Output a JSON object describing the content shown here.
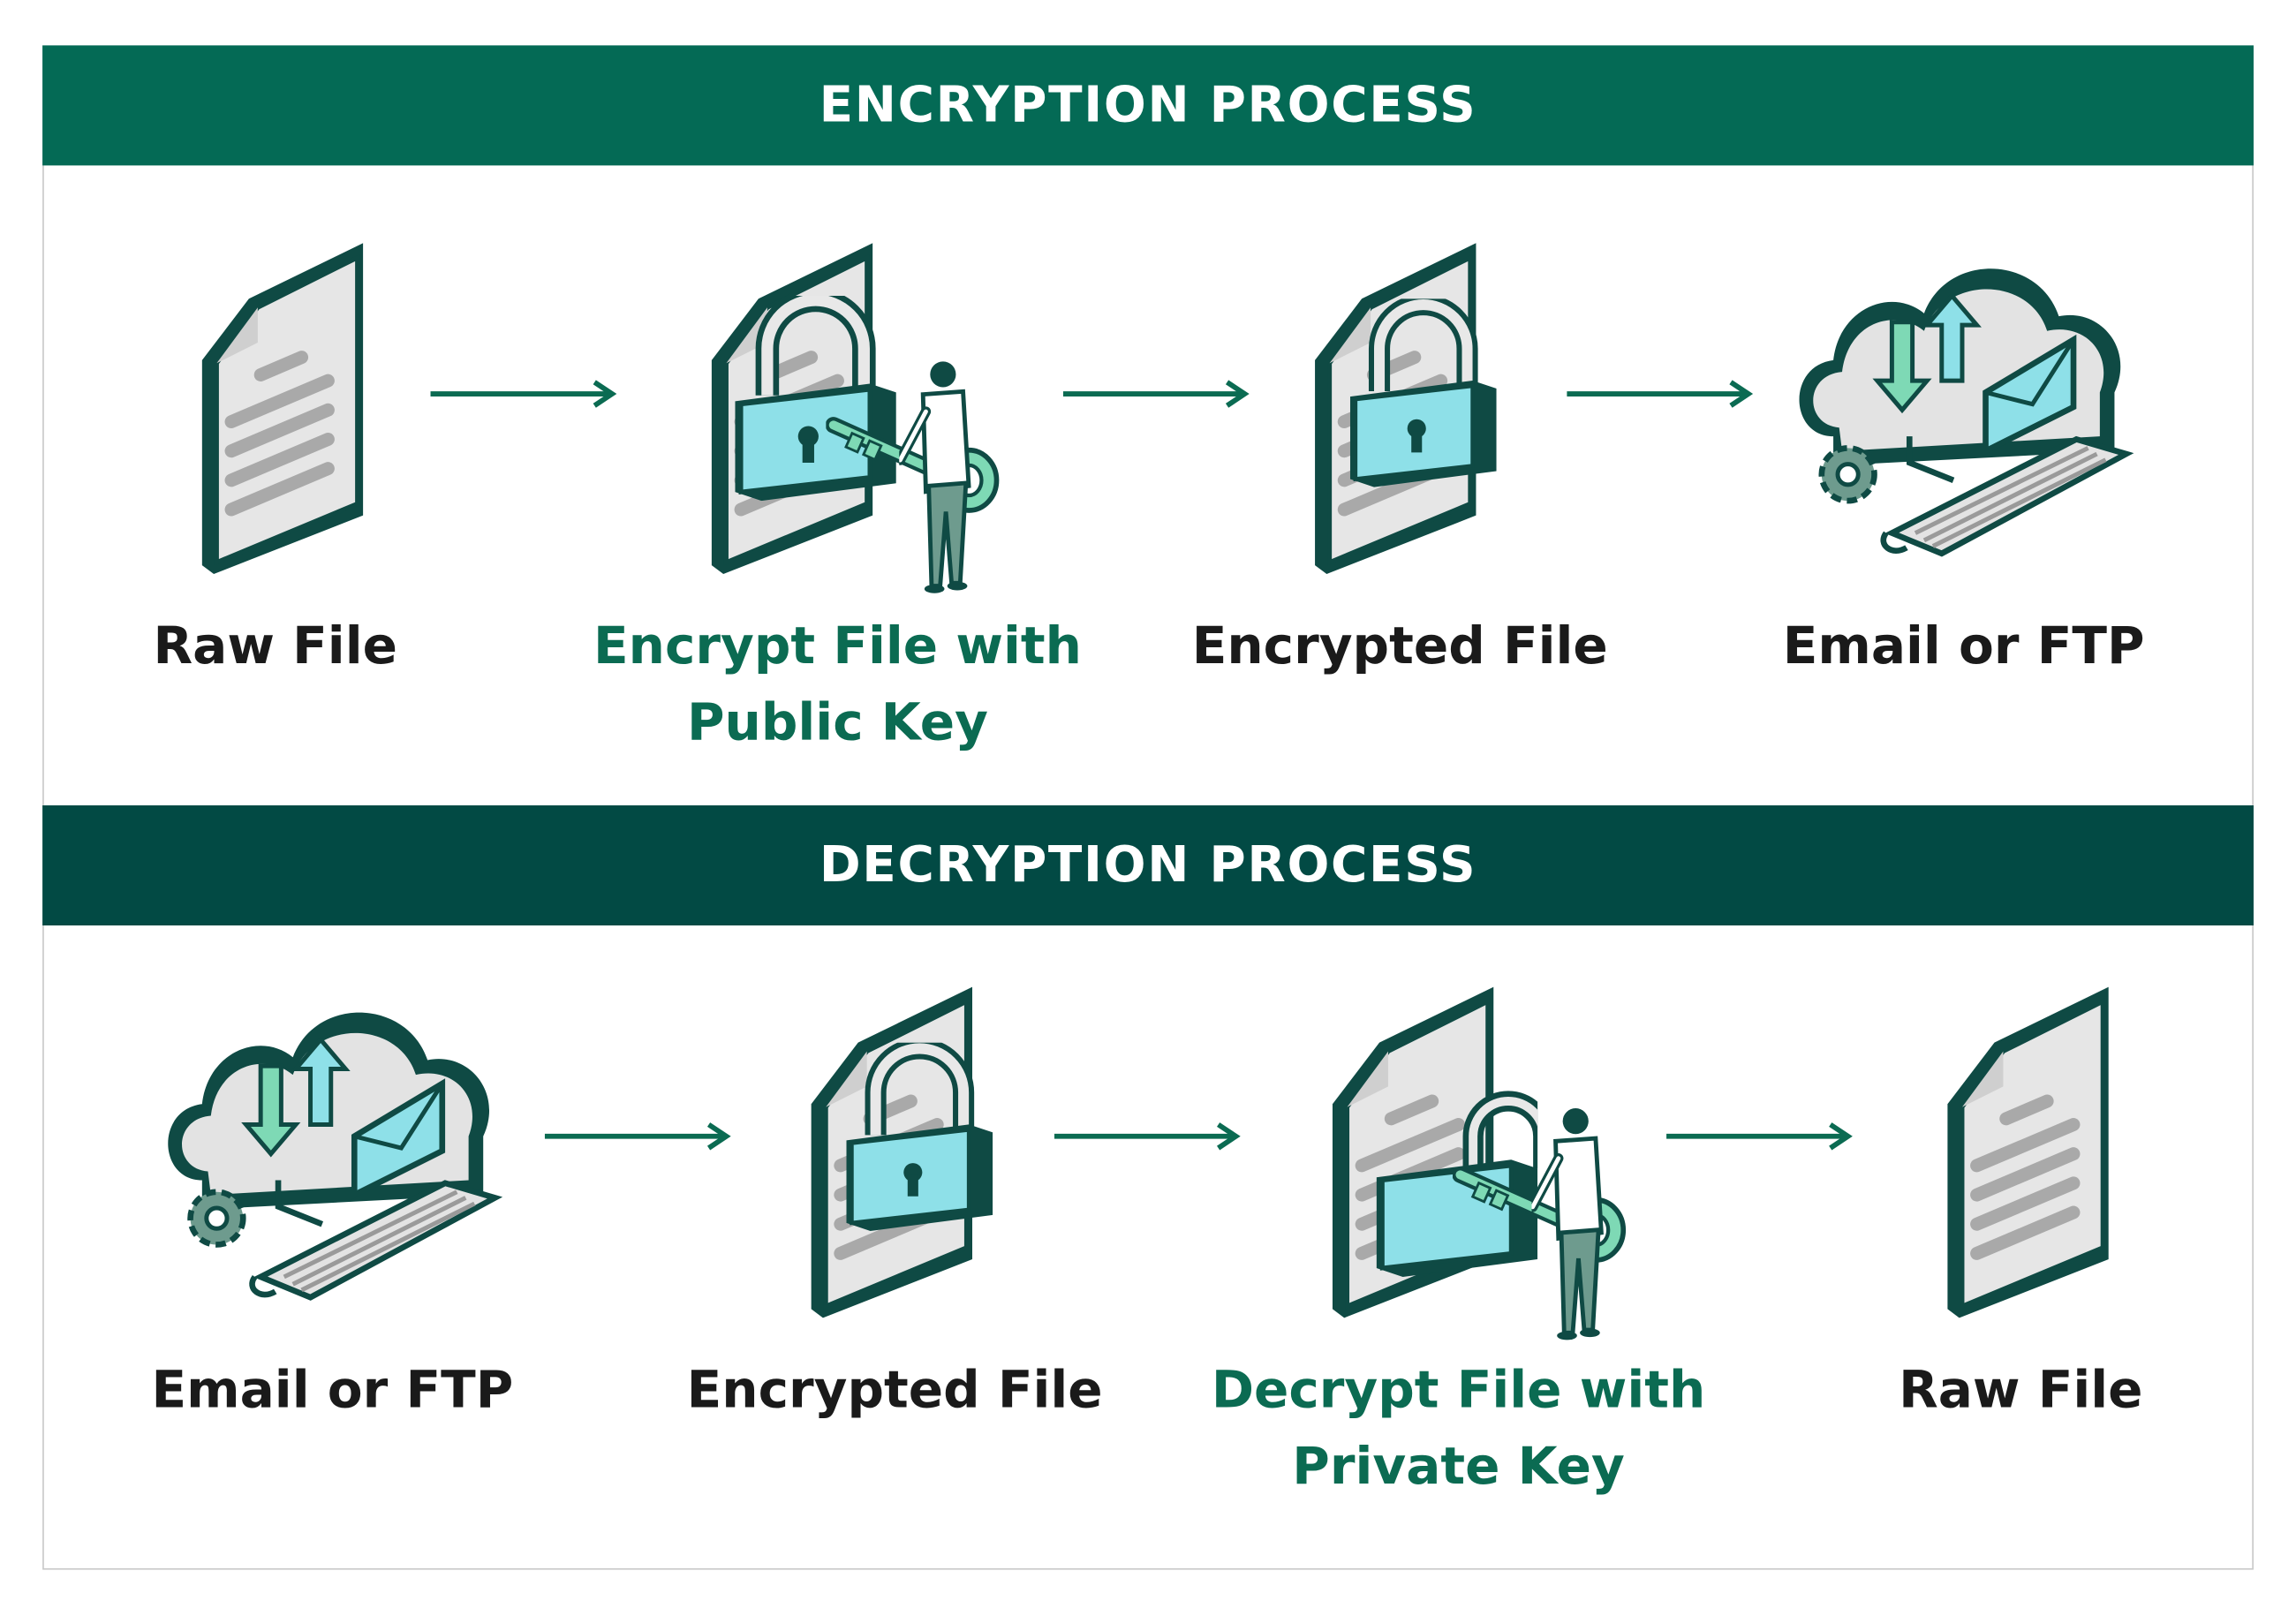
{
  "encryption": {
    "title": "ENCRYPTION PROCESS",
    "steps": [
      {
        "label": "Raw File",
        "icon": "document-icon"
      },
      {
        "label": "Encrypt File with Public Key",
        "label_lines": [
          "Encrypt File with",
          "Public Key"
        ],
        "icon": "person-unlocking-file-icon",
        "highlight": true
      },
      {
        "label": "Encrypted File",
        "icon": "locked-document-icon"
      },
      {
        "label": "Email or FTP",
        "icon": "cloud-transfer-icon"
      }
    ]
  },
  "decryption": {
    "title": "DECRYPTION PROCESS",
    "steps": [
      {
        "label": "Email or FTP",
        "icon": "cloud-transfer-icon"
      },
      {
        "label": "Encrypted File",
        "icon": "locked-document-icon"
      },
      {
        "label": "Decrypt File with Private Key",
        "label_lines": [
          "Decrypt File with",
          "Private Key"
        ],
        "icon": "person-unlocking-file-icon",
        "highlight": true
      },
      {
        "label": "Raw File",
        "icon": "document-icon"
      }
    ]
  },
  "colors": {
    "banner_top": "#046A55",
    "banner_bottom": "#024A44",
    "highlight_text": "#0B6B52",
    "arrow": "#0B6B52",
    "lock": "#8EE0E8",
    "key": "#7ED9B5",
    "paper": "#E6E6E6",
    "outline": "#0F4A44"
  }
}
